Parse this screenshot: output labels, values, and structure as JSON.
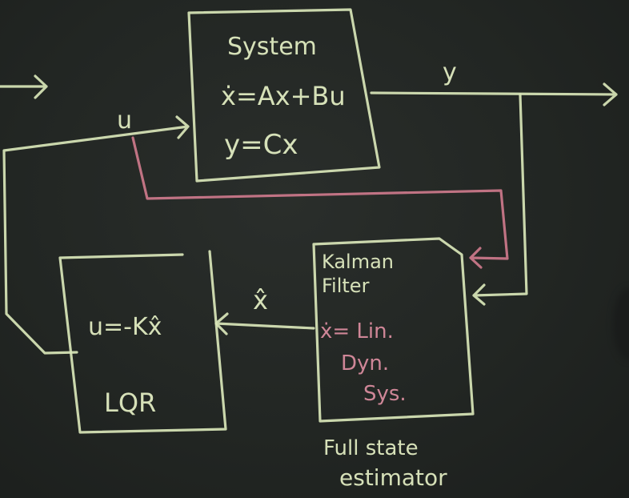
{
  "system_box": {
    "title": "System",
    "eq_state": "ẋ=Ax+Bu",
    "eq_output": "y=Cx"
  },
  "signals": {
    "output": "y",
    "control": "u",
    "estimate": "x̂"
  },
  "lqr_box": {
    "control_law": "u=-Kx̂",
    "label": "LQR"
  },
  "kalman_box": {
    "title_line1": "Kalman",
    "title_line2": "Filter",
    "dyn_line1": "ẋ= Lin.",
    "dyn_line2": "Dyn.",
    "dyn_line3": "Sys."
  },
  "estimator_caption": {
    "line1": "Full state",
    "line2": "estimator"
  },
  "colors": {
    "board": "#222623",
    "chalk": "#d9e6b8",
    "chalk_pink": "#d27b8e"
  }
}
